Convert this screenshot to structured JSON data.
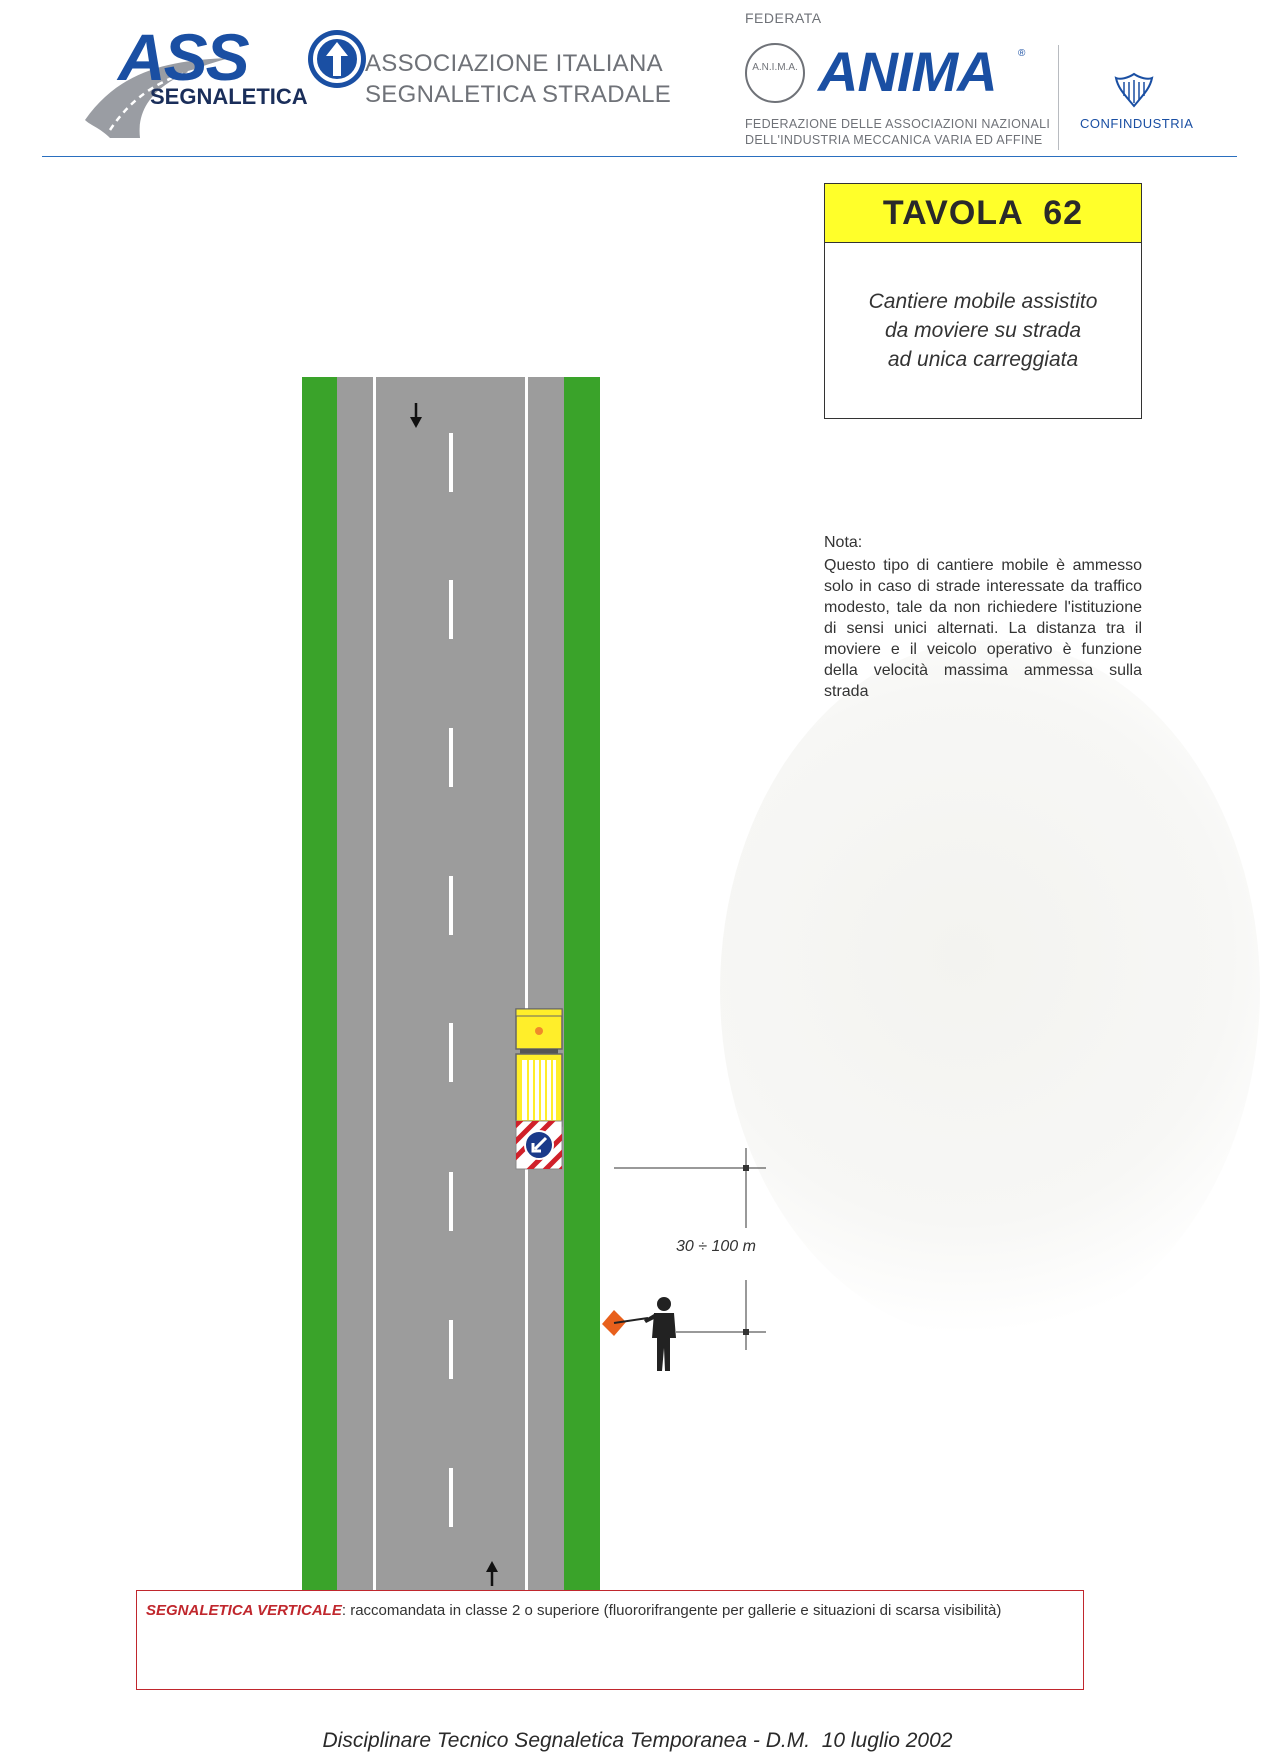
{
  "header": {
    "asso_logo_word": "ASS",
    "asso_logo_sub": "SEGNALETICA",
    "association_line1": "ASSOCIAZIONE ITALIANA",
    "association_line2": "SEGNALETICA STRADALE",
    "federata": "FEDERATA",
    "anima_seal": "A.N.I.M.A.",
    "anima_logo": "ANIMA",
    "anima_reg": "®",
    "anima_federation_line1": "FEDERAZIONE DELLE ASSOCIAZIONI NAZIONALI",
    "anima_federation_line2": "DELL'INDUSTRIA MECCANICA VARIA ED AFFINE",
    "confindustria": "CONFINDUSTRIA",
    "brand_blue": "#1a4fa3"
  },
  "tavola": {
    "title": "TAVOLA  62",
    "description_line1": "Cantiere mobile assistito",
    "description_line2": "da moviere su strada",
    "description_line3": "ad unica carreggiata",
    "header_color": "#ffff2a"
  },
  "nota": {
    "label": "Nota:",
    "text": "Questo tipo di cantiere mobile è ammesso solo in caso di strade interessate da traffico modesto, tale da non richiedere l'istituzione di sensi unici alternati. La distanza tra il moviere e il veicolo operativo è funzione della velocità massima ammessa sulla strada"
  },
  "diagram": {
    "distance_label": "30 ÷ 100 m",
    "road_color": "#9c9c9c",
    "verge_color": "#3aa32a",
    "vehicle_color": "#ffee2a",
    "flag_color": "#e8601c"
  },
  "footer": {
    "segnaletica_label": "SEGNALETICA VERTICALE",
    "segnaletica_text": ": raccomandata in classe 2 o superiore (fluororifrangente per gallerie e situazioni di scarsa visibilità)",
    "document_title": "Disciplinare Tecnico Segnaletica Temporanea - D.M.  10 luglio 2002"
  }
}
